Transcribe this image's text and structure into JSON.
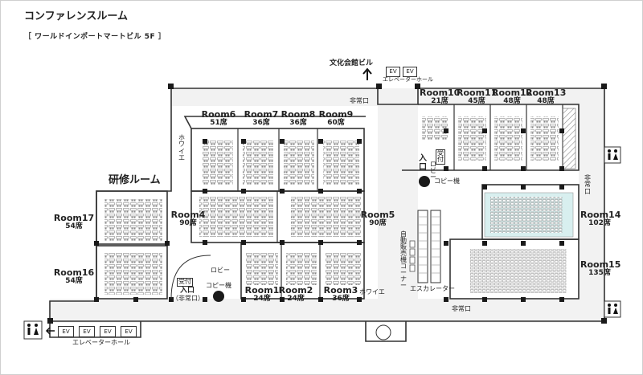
{
  "header": {
    "title": "コンファレンスルーム",
    "subtitle": "［ ワールドインポートマートビル 5F ］"
  },
  "labels": {
    "bunka": "文化会館ビル",
    "elevator_hall": "エレベーターホール",
    "ev": "EV",
    "hijoguchi": "非常口",
    "foyer": "ホワイエ",
    "kenshu": "研修ルーム",
    "lobby": "ロビー",
    "copy": "コピー機",
    "uketsuke": "受付",
    "iriguchi": "入口",
    "iriguchi_hijo": "（非常口）",
    "escalator": "エスカレーター",
    "vending": "自動販売機コーナー"
  },
  "rooms": {
    "room6": {
      "name": "Room6",
      "seats": "51席"
    },
    "room7": {
      "name": "Room7",
      "seats": "36席"
    },
    "room8": {
      "name": "Room8",
      "seats": "36席"
    },
    "room9": {
      "name": "Room9",
      "seats": "60席"
    },
    "room4": {
      "name": "Room4",
      "seats": "90席"
    },
    "room5": {
      "name": "Room5",
      "seats": "90席"
    },
    "room1": {
      "name": "Room1",
      "seats": "24席"
    },
    "room2": {
      "name": "Room2",
      "seats": "24席"
    },
    "room3": {
      "name": "Room3",
      "seats": "36席"
    },
    "room17": {
      "name": "Room17",
      "seats": "54席"
    },
    "room16": {
      "name": "Room16",
      "seats": "54席"
    },
    "room10": {
      "name": "Room10",
      "seats": "21席"
    },
    "room11": {
      "name": "Room11",
      "seats": "45席"
    },
    "room12": {
      "name": "Room12",
      "seats": "48席"
    },
    "room13": {
      "name": "Room13",
      "seats": "48席"
    },
    "room14": {
      "name": "Room14",
      "seats": "102席"
    },
    "room15": {
      "name": "Room15",
      "seats": "135席"
    }
  },
  "colors": {
    "wall": "#333333",
    "pillar": "#1a1a1a",
    "corridor": "#f2f2f2",
    "room14_fill": "#d8efef",
    "furniture": "#9a9a9a"
  }
}
